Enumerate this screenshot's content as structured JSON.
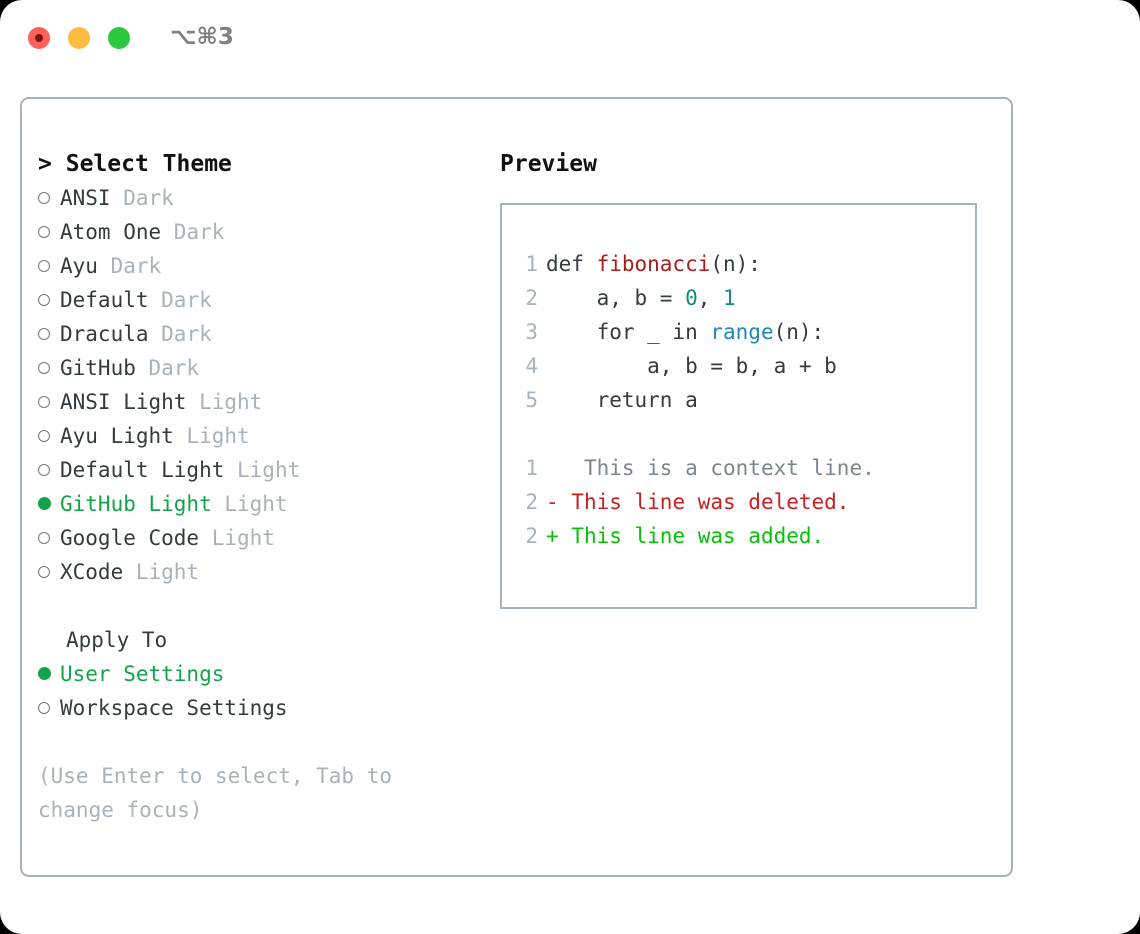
{
  "window": {
    "shortcut_label": "⌥⌘3",
    "traffic_lights": [
      "close-button",
      "minimize-button",
      "maximize-button"
    ]
  },
  "colors": {
    "accent_green": "#14a34a",
    "diff_add_green": "#06c206",
    "diff_del_red": "#cc1f1f",
    "fn_red": "#a81c1c",
    "num_teal": "#128a86",
    "call_blue": "#1f88b8",
    "muted_gray": "#a9b2bb",
    "border_gray": "#a7b0bd",
    "text_dark": "#333a40"
  },
  "left_panel": {
    "caret": ">",
    "heading": "Select Theme",
    "themes": [
      {
        "name": "ANSI",
        "kind": "Dark",
        "selected": false
      },
      {
        "name": "Atom One",
        "kind": "Dark",
        "selected": false
      },
      {
        "name": "Ayu",
        "kind": "Dark",
        "selected": false
      },
      {
        "name": "Default",
        "kind": "Dark",
        "selected": false
      },
      {
        "name": "Dracula",
        "kind": "Dark",
        "selected": false
      },
      {
        "name": "GitHub",
        "kind": "Dark",
        "selected": false
      },
      {
        "name": "ANSI Light",
        "kind": "Light",
        "selected": false
      },
      {
        "name": "Ayu Light",
        "kind": "Light",
        "selected": false
      },
      {
        "name": "Default Light",
        "kind": "Light",
        "selected": false
      },
      {
        "name": "GitHub Light",
        "kind": "Light",
        "selected": true
      },
      {
        "name": "Google Code",
        "kind": "Light",
        "selected": false
      },
      {
        "name": "XCode",
        "kind": "Light",
        "selected": false
      }
    ],
    "apply_to": {
      "title": "Apply To",
      "options": [
        {
          "name": "User Settings",
          "selected": true
        },
        {
          "name": "Workspace Settings",
          "selected": false
        }
      ]
    },
    "hint": "(Use Enter to select, Tab to change focus)"
  },
  "right_panel": {
    "title": "Preview",
    "code_lines": [
      {
        "number": "1",
        "tokens": [
          {
            "text": "def ",
            "style": "plain"
          },
          {
            "text": "fibonacci",
            "style": "fn"
          },
          {
            "text": "(n):",
            "style": "plain"
          }
        ]
      },
      {
        "number": "2",
        "tokens": [
          {
            "text": "    a, b = ",
            "style": "plain"
          },
          {
            "text": "0",
            "style": "num"
          },
          {
            "text": ", ",
            "style": "plain"
          },
          {
            "text": "1",
            "style": "num"
          }
        ]
      },
      {
        "number": "3",
        "tokens": [
          {
            "text": "    for _ in ",
            "style": "plain"
          },
          {
            "text": "range",
            "style": "call"
          },
          {
            "text": "(n):",
            "style": "plain"
          }
        ]
      },
      {
        "number": "4",
        "tokens": [
          {
            "text": "        a, b = b, a + b",
            "style": "plain"
          }
        ]
      },
      {
        "number": "5",
        "tokens": [
          {
            "text": "    return a",
            "style": "plain"
          }
        ]
      }
    ],
    "diff_lines": [
      {
        "number": "1",
        "marker": " ",
        "text": "  This is a context line.",
        "kind": "context"
      },
      {
        "number": "2",
        "marker": "-",
        "text": " This line was deleted.",
        "kind": "deleted"
      },
      {
        "number": "2",
        "marker": "+",
        "text": " This line was added.",
        "kind": "added"
      }
    ]
  }
}
